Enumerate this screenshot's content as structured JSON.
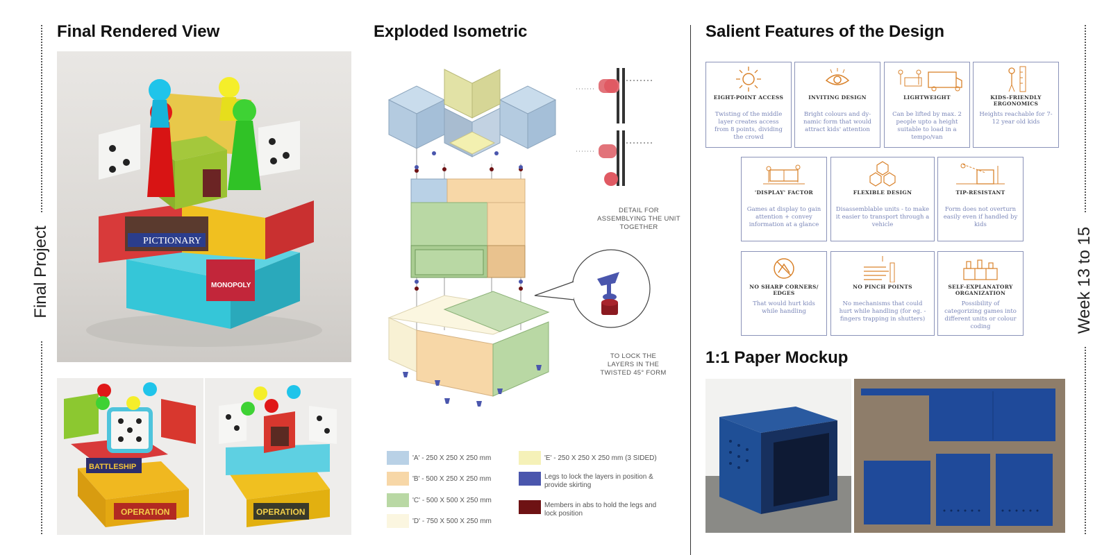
{
  "side": {
    "left_label": "Final Project",
    "right_label": "Week 13  to 15"
  },
  "sections": {
    "render_title": "Final Rendered View",
    "iso_title": "Exploded Isometric",
    "features_title": "Salient Features of the Design",
    "mockup_title": "1:1 Paper Mockup"
  },
  "render_labels": {
    "pictionary": "PICTIONARY",
    "monopoly": "MONOPOLY",
    "battleship": "BATTLESHIP",
    "operation": "OPERATION"
  },
  "iso_notes": {
    "assembly": "DETAIL FOR ASSEMBLYING THE UNIT TOGETHER",
    "lock": "TO LOCK THE LAYERS IN THE TWISTED 45° FORM"
  },
  "legend": [
    {
      "text": "'A' - 250 X 250 X 250 mm",
      "color": "#b9d1e6"
    },
    {
      "text": "'B' - 500 X 250 X 250 mm",
      "color": "#f7d7a7"
    },
    {
      "text": "'C' - 500 X 500 X 250 mm",
      "color": "#b9d8a4"
    },
    {
      "text": "'D' - 750 X 500 X 250 mm",
      "color": "#fbf6e0"
    },
    {
      "text": "'E' - 250 X 250 X 250 mm (3 SIDED)",
      "color": "#f5f1b8"
    },
    {
      "text": "Legs to lock the layers in position & provide skirting",
      "color": "#4a56ad"
    },
    {
      "text": "Members in abs to hold the legs and lock position",
      "color": "#6e1214"
    }
  ],
  "features": [
    {
      "title": "EIGHT-POINT ACCESS",
      "desc": "Twisting of the middle layer creates access from 8 points, dividing the crowd",
      "icon": "sun-icon"
    },
    {
      "title": "INVITING DESIGN",
      "desc": "Bright colours and dy-namic form that would attract kids' attention",
      "icon": "eye-icon"
    },
    {
      "title": "LIGHTWEIGHT",
      "desc": "Can be lifted by max. 2 people upto a height suitable to load in a tempo/van",
      "icon": "truck-icon"
    },
    {
      "title": "KIDS-FRIENDLY ERGONOMICS",
      "desc": "Heights reachable for 7-12 year old kids",
      "icon": "child-height-icon"
    },
    {
      "title": "'DISPLAY' FACTOR",
      "desc": "Games at display to gain attention + convey information at a glance",
      "icon": "display-icon"
    },
    {
      "title": "FLEXIBLE DESIGN",
      "desc": "Disassemblable units - to make it easier to transport through a vehicle",
      "icon": "hexagon-icon"
    },
    {
      "title": "TIP-RESISTANT",
      "desc": "Form does not overturn easily even if handled by kids",
      "icon": "tip-icon"
    },
    {
      "title": "NO SHARP CORNERS/ EDGES",
      "desc": "That would hurt kids while handling",
      "icon": "no-corner-icon"
    },
    {
      "title": "NO PINCH POINTS",
      "desc": "No mechanisms that could hurt while handling (for eg. - fingers trapping in shutters)",
      "icon": "hand-icon"
    },
    {
      "title": "SELF-EXPLANATORY ORGANIZATION",
      "desc": "Possibility of categorizing games into different units or colour coding",
      "icon": "shelf-icon"
    }
  ]
}
